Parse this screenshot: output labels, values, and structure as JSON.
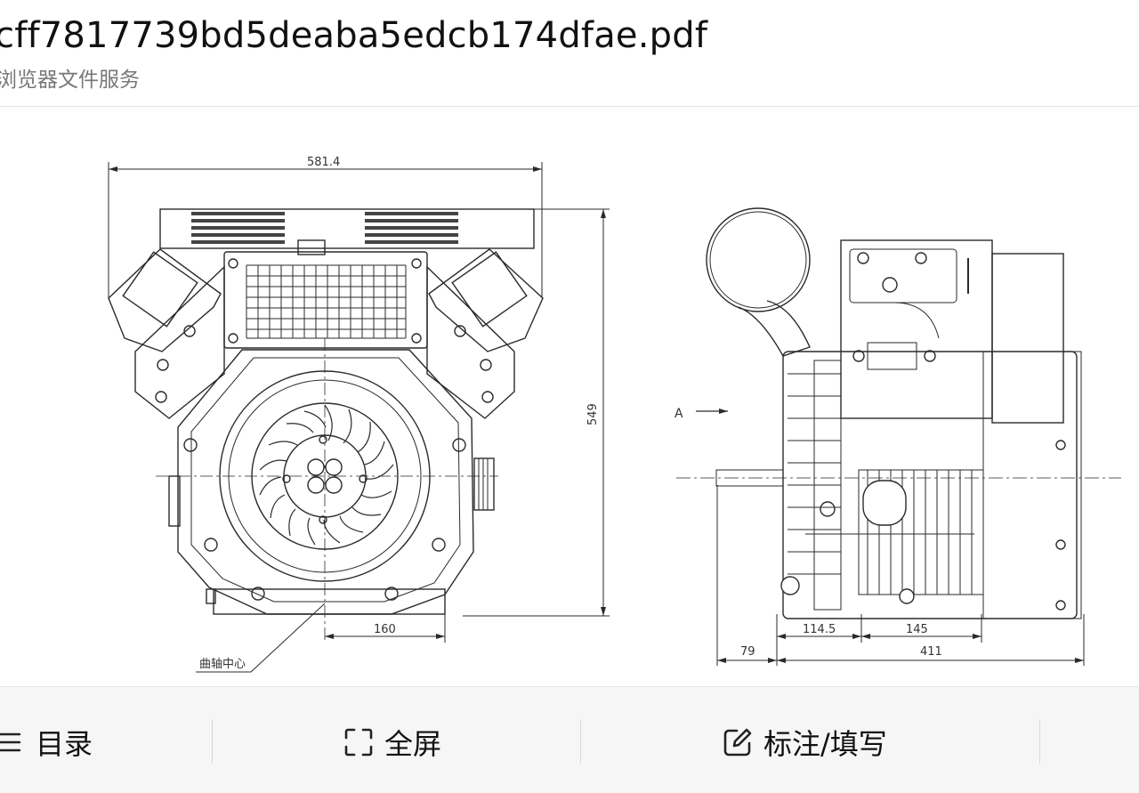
{
  "header": {
    "title": "cff7817739bd5deaba5edcb174dfae.pdf",
    "subtitle": "浏览器文件服务"
  },
  "drawing": {
    "dim_width_front": "581.4",
    "dim_height": "549",
    "dim_160": "160",
    "label_crank_center": "曲轴中心",
    "label_view_a": "A",
    "dim_114_5": "114.5",
    "dim_145": "145",
    "dim_79": "79",
    "dim_411": "411"
  },
  "toolbar": {
    "toc_label": "目录",
    "fullscreen_label": "全屏",
    "annotate_label": "标注/填写"
  },
  "icons": {
    "toc": "list-icon",
    "fullscreen": "fullscreen-icon",
    "annotate": "edit-icon"
  }
}
